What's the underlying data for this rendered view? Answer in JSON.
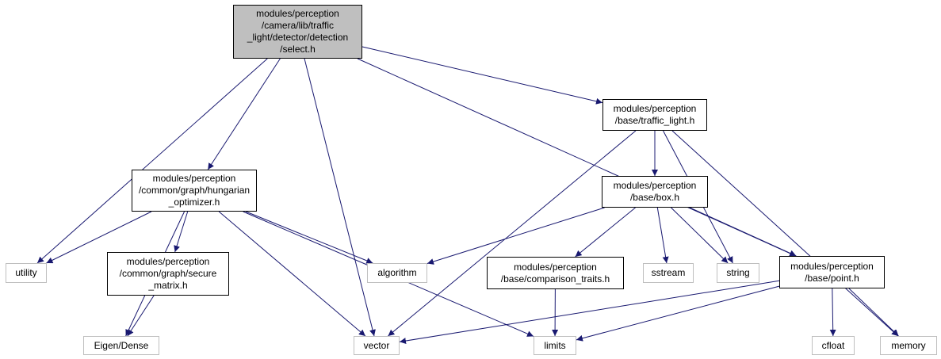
{
  "graph": {
    "nodes": [
      {
        "id": "select",
        "label": "modules/perception\n/camera/lib/traffic\n_light/detector/detection\n/select.h",
        "kind": "main"
      },
      {
        "id": "traffic_light",
        "label": "modules/perception\n/base/traffic_light.h",
        "kind": "local"
      },
      {
        "id": "hungarian",
        "label": "modules/perception\n/common/graph/hungarian\n_optimizer.h",
        "kind": "local"
      },
      {
        "id": "box",
        "label": "modules/perception\n/base/box.h",
        "kind": "local"
      },
      {
        "id": "secure_matrix",
        "label": "modules/perception\n/common/graph/secure\n_matrix.h",
        "kind": "local"
      },
      {
        "id": "comparison",
        "label": "modules/perception\n/base/comparison_traits.h",
        "kind": "local"
      },
      {
        "id": "point",
        "label": "modules/perception\n/base/point.h",
        "kind": "local"
      },
      {
        "id": "utility",
        "label": "utility",
        "kind": "system"
      },
      {
        "id": "algorithm",
        "label": "algorithm",
        "kind": "system"
      },
      {
        "id": "sstream",
        "label": "sstream",
        "kind": "system"
      },
      {
        "id": "string",
        "label": "string",
        "kind": "system"
      },
      {
        "id": "eigen",
        "label": "Eigen/Dense",
        "kind": "system"
      },
      {
        "id": "vector",
        "label": "vector",
        "kind": "system"
      },
      {
        "id": "limits",
        "label": "limits",
        "kind": "system"
      },
      {
        "id": "cfloat",
        "label": "cfloat",
        "kind": "system"
      },
      {
        "id": "memory",
        "label": "memory",
        "kind": "system"
      }
    ],
    "edges": [
      [
        "select",
        "utility"
      ],
      [
        "select",
        "hungarian"
      ],
      [
        "select",
        "vector"
      ],
      [
        "select",
        "traffic_light"
      ],
      [
        "select",
        "point"
      ],
      [
        "traffic_light",
        "box"
      ],
      [
        "traffic_light",
        "vector"
      ],
      [
        "traffic_light",
        "string"
      ],
      [
        "traffic_light",
        "memory"
      ],
      [
        "hungarian",
        "utility"
      ],
      [
        "hungarian",
        "eigen"
      ],
      [
        "hungarian",
        "secure_matrix"
      ],
      [
        "hungarian",
        "algorithm"
      ],
      [
        "hungarian",
        "vector"
      ],
      [
        "hungarian",
        "limits"
      ],
      [
        "secure_matrix",
        "eigen"
      ],
      [
        "box",
        "algorithm"
      ],
      [
        "box",
        "comparison"
      ],
      [
        "box",
        "sstream"
      ],
      [
        "box",
        "string"
      ],
      [
        "box",
        "point"
      ],
      [
        "comparison",
        "limits"
      ],
      [
        "point",
        "vector"
      ],
      [
        "point",
        "limits"
      ],
      [
        "point",
        "cfloat"
      ],
      [
        "point",
        "memory"
      ]
    ],
    "colors": {
      "edge": "#191970",
      "main_fill": "#bfbfbf",
      "local_border": "#000000",
      "system_border": "#bfbfbf"
    }
  }
}
